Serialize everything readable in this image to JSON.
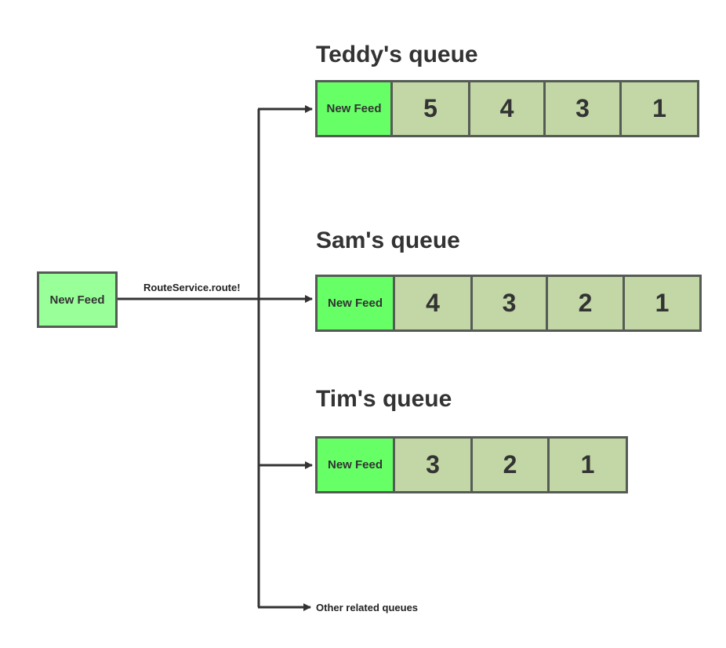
{
  "source": {
    "label": "New Feed"
  },
  "route_label": "RouteService.route!",
  "queues": [
    {
      "title": "Teddy's queue",
      "head": "New Feed",
      "cells": [
        "5",
        "4",
        "3",
        "1"
      ]
    },
    {
      "title": "Sam's queue",
      "head": "New Feed",
      "cells": [
        "4",
        "3",
        "2",
        "1"
      ]
    },
    {
      "title": "Tim's queue",
      "head": "New Feed",
      "cells": [
        "3",
        "2",
        "1"
      ]
    }
  ],
  "other_label": "Other related queues",
  "colors": {
    "source_fill": "#99ff99",
    "head_fill": "#66ff66",
    "cell_fill": "#c2d6a6",
    "border": "#555b55",
    "line": "#333333"
  }
}
